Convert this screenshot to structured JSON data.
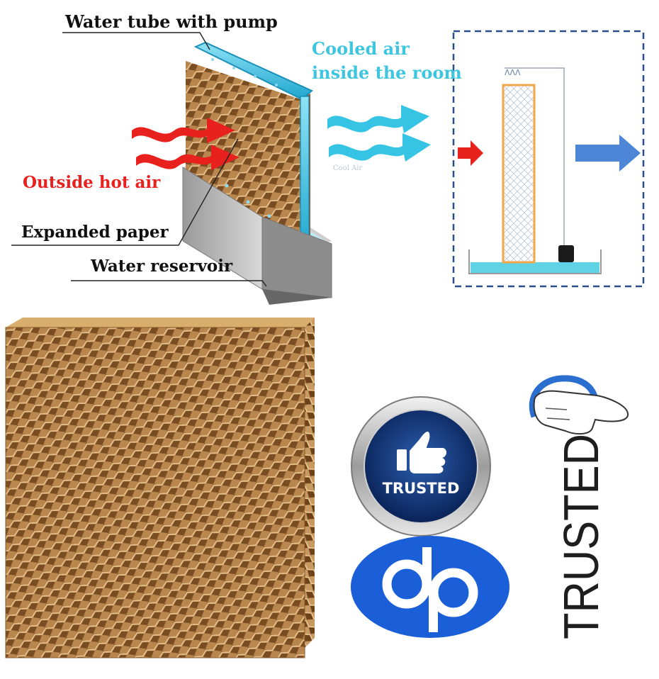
{
  "diagram": {
    "labels": {
      "water_tube": "Water tube with pump",
      "cooled_air_line1": "Cooled air",
      "cooled_air_line2": "inside the room",
      "outside_hot_air": "Outside hot air",
      "expanded_paper": "Expanded paper",
      "water_reservoir": "Water reservoir",
      "cool_air_faint": "Cool Air"
    },
    "colors": {
      "hot_air": "#e8211f",
      "cooled_air": "#36c4e4",
      "cooled_air_text": "#3ec5e0",
      "pad": "#c8965a",
      "dashed_border": "#2a4f8a",
      "room_arrow": "#4d86d6"
    }
  },
  "badges": {
    "trusted_seal_text": "TRUSTED",
    "vertical_trusted_text": "TRUSTED",
    "seal_icon": "thumbs-up-icon",
    "logo_icon": "qb-logo-icon",
    "hand_icon": "pointing-hand-icon"
  }
}
